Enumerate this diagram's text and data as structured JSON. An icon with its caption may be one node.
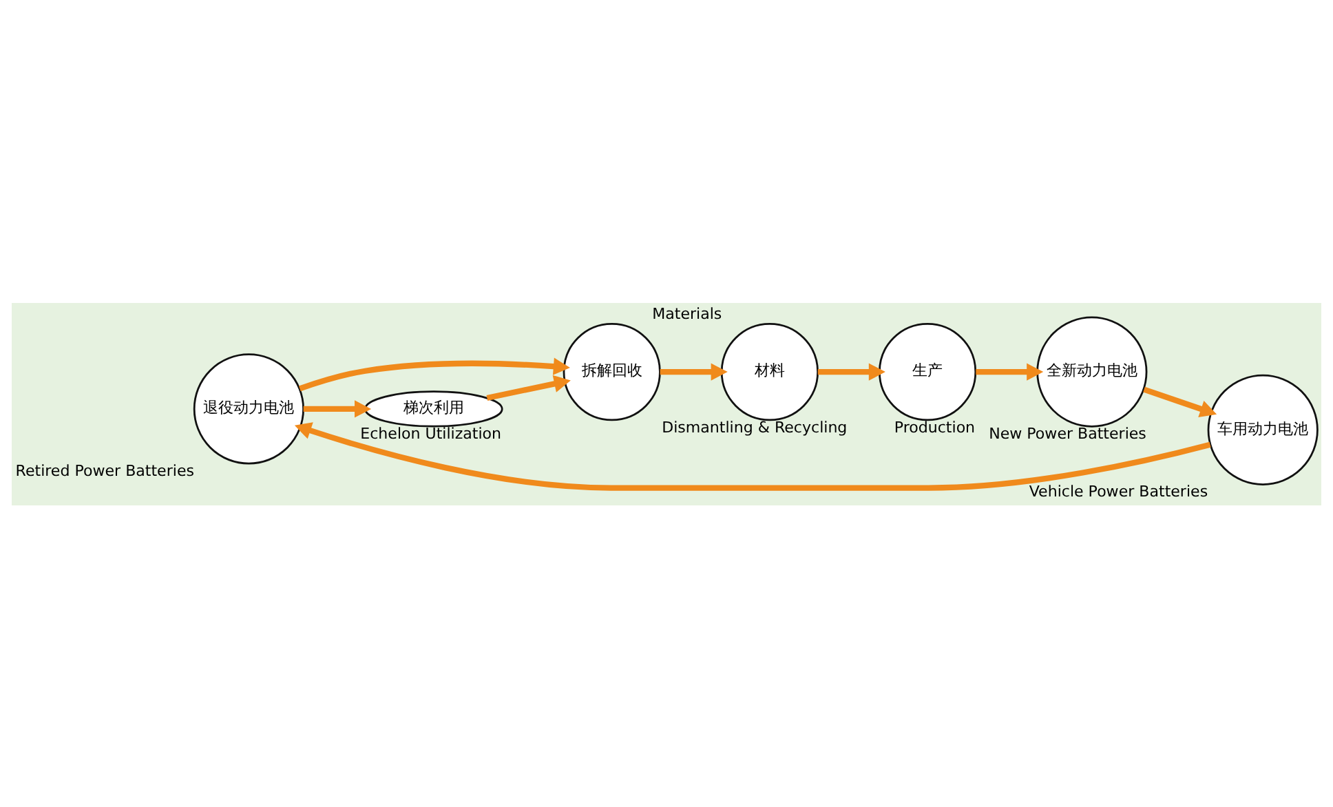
{
  "diagram": {
    "nodes": [
      {
        "text": [
          "退役动力电池"
        ],
        "beside": [
          "Retired Power Batteries"
        ]
      },
      {
        "text": [
          "拆解回收"
        ],
        "beside": [
          "Dismantling & Recycling"
        ]
      },
      {
        "text": [
          "材料"
        ],
        "beside": [
          "Materials"
        ]
      },
      {
        "text": [
          "生产"
        ],
        "beside": [
          "Production"
        ]
      },
      {
        "text": [
          "全新动力电池"
        ],
        "beside": [
          "New Power Batteries"
        ]
      },
      {
        "text": [
          "车用动力电池"
        ],
        "beside": [
          "Vehicle Power Batteries"
        ]
      },
      {
        "text": [
          "梯次利用"
        ],
        "beside": [
          "Echelon Utilization"
        ]
      }
    ],
    "edges": [
      {
        "from": 0,
        "to": 1,
        "arrow": "to"
      },
      {
        "from": 1,
        "to": 2,
        "arrow": "to"
      },
      {
        "from": 2,
        "to": 3,
        "arrow": "to"
      },
      {
        "from": 3,
        "to": 4,
        "arrow": "to"
      },
      {
        "from": 4,
        "to": 5,
        "arrow": "to"
      },
      {
        "from": 5,
        "to": 0,
        "arrow": "to"
      },
      {
        "from": 0,
        "to": 6,
        "arrow": "to"
      },
      {
        "from": 6,
        "to": 1,
        "arrow": "to"
      }
    ]
  }
}
